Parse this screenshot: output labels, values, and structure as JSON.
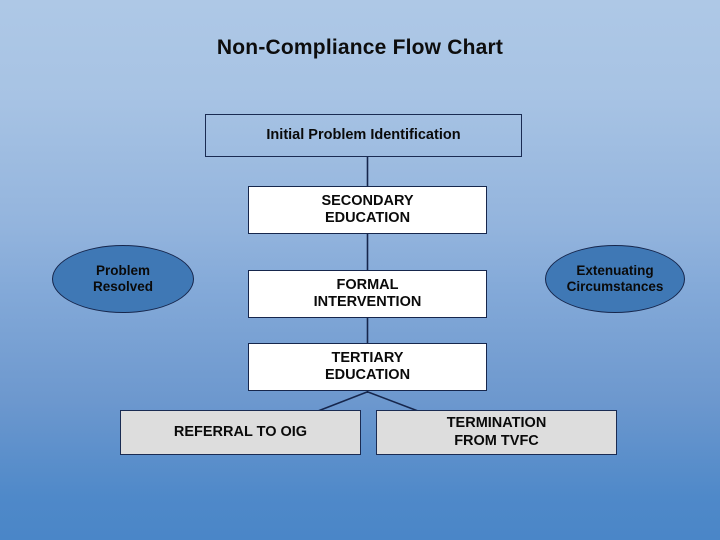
{
  "title": "Non-Compliance Flow Chart",
  "colors": {
    "background_top": "#aec8e6",
    "background_bottom": "#4a86c8",
    "box_border": "#1a2b52",
    "box_white_fill": "#ffffff",
    "box_gray_fill": "#dddddd",
    "ellipse_fill": "#3f78b5",
    "text": "#0a0a0a",
    "connector": "#16264c"
  },
  "nodes": {
    "initial_problem": {
      "label": "Initial Problem Identification",
      "shape": "rectangle",
      "fill": "transparent"
    },
    "secondary_education": {
      "line1": "SECONDARY",
      "line2": "EDUCATION",
      "shape": "rectangle",
      "fill": "white"
    },
    "formal_intervention": {
      "line1": "FORMAL",
      "line2": "INTERVENTION",
      "shape": "rectangle",
      "fill": "white"
    },
    "tertiary_education": {
      "line1": "TERTIARY",
      "line2": "EDUCATION",
      "shape": "rectangle",
      "fill": "white"
    },
    "referral_oig": {
      "label": "REFERRAL TO OIG",
      "shape": "rectangle",
      "fill": "gray"
    },
    "termination_tvfc": {
      "line1": "TERMINATION",
      "line2": "FROM TVFC",
      "shape": "rectangle",
      "fill": "gray"
    },
    "problem_resolved": {
      "line1": "Problem",
      "line2": "Resolved",
      "shape": "ellipse",
      "fill": "steel-blue"
    },
    "extenuating_circumstances": {
      "line1": "Extenuating",
      "line2": "Circumstances",
      "shape": "ellipse",
      "fill": "steel-blue"
    }
  },
  "connectors": [
    {
      "name": "initial-to-secondary",
      "type": "vertical"
    },
    {
      "name": "secondary-to-formal",
      "type": "vertical"
    },
    {
      "name": "formal-to-tertiary",
      "type": "vertical"
    },
    {
      "name": "tertiary-to-referral",
      "type": "diagonal"
    },
    {
      "name": "tertiary-to-termination",
      "type": "diagonal"
    }
  ]
}
